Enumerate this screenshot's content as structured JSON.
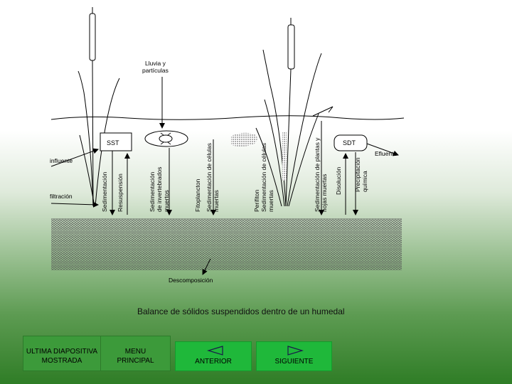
{
  "diagram": {
    "labels": {
      "rain": "Lluvia y\npartículas",
      "sst": "SST",
      "sdt": "SDT",
      "influent": "influente",
      "filtration": "filtración",
      "effluent": "Efluente",
      "decomposition": "Descomposición"
    },
    "processes": [
      "Sedimentación",
      "Resuspensión",
      "Sedimentación\nde invertebrados\nmuertos",
      "Fitoplancton",
      "Sedimentación de células\nmuertas",
      "Perifiton\nSedimentación de células\nmuertas",
      "Sedimentación de plantas y\nhojas muertas",
      "Disolución",
      "Precipitación\nquímica"
    ],
    "caption": "Balance de sólidos suspendidos dentro de un humedal"
  },
  "nav": {
    "last": "ULTIMA DIAPOSITIVA\nMOSTRADA",
    "menu": "MENU\nPRINCIPAL",
    "prev": "ANTERIOR",
    "next": "SIGUIENTE"
  },
  "colors": {
    "nav_dark": "#3c9a3a",
    "nav_light": "#1fb83a",
    "background_bottom": "#2f7d26"
  }
}
